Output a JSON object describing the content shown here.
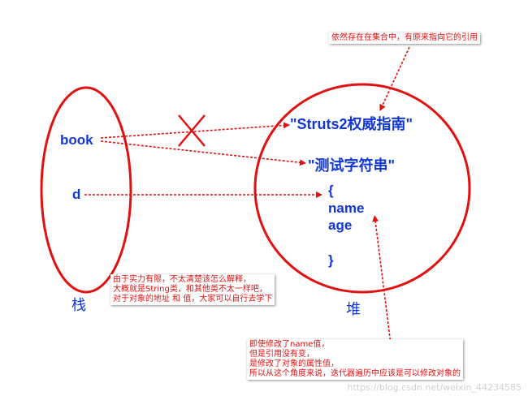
{
  "stack": {
    "label": "栈",
    "vars": {
      "book": "book",
      "d": "d"
    }
  },
  "heap": {
    "label": "堆",
    "strings": {
      "old": "\"Struts2权威指南\"",
      "new": "\"测试字符串\""
    },
    "object": {
      "open": "{",
      "field1": "name",
      "field2": "age",
      "close": "}"
    }
  },
  "notes": {
    "top": "依然存在在集合中，有原来指向它的引用",
    "middle": [
      "由于实力有限，不太清楚该怎么解释，",
      "大概就是String类，和其他类不太一样吧，",
      "对于对象的地址 和 值，大家可以自行去学下"
    ],
    "bottom": [
      "即使修改了name值，",
      "但是引用没有变，",
      "是修改了对象的属性值，",
      "所以从这个角度来说，迭代器遍历中应该是可以修改对象的"
    ]
  },
  "watermark": "https://blog.csdn.net/weixin_44234585",
  "colors": {
    "outline": "#e11111",
    "label": "#1237d8",
    "note_text": "#e11111"
  }
}
